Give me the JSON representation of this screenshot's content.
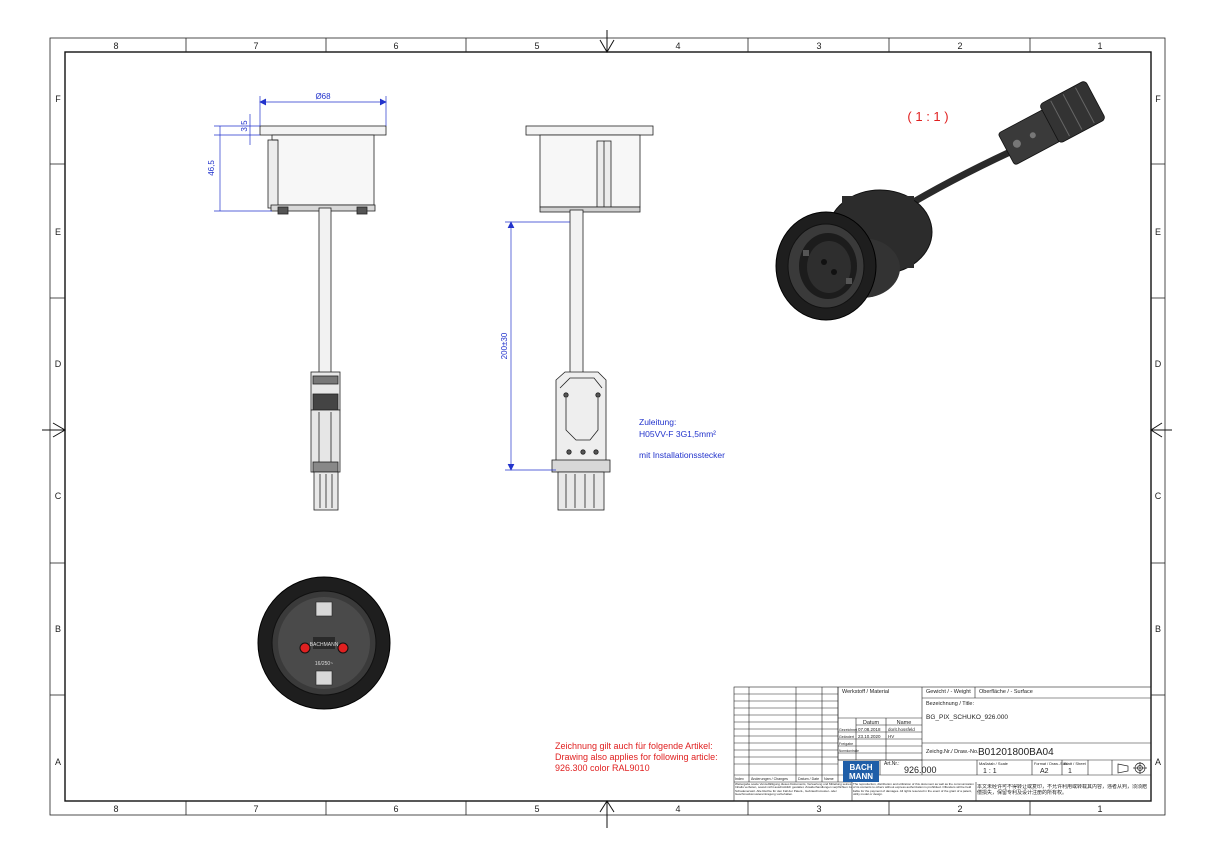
{
  "frame": {
    "col_labels": [
      "8",
      "7",
      "6",
      "5",
      "4",
      "3",
      "2",
      "1"
    ],
    "row_labels": [
      "F",
      "E",
      "D",
      "C",
      "B",
      "A"
    ]
  },
  "dimensions": {
    "diameter": "Ø68",
    "flange_thickness": "3,5",
    "body_height": "46,5",
    "cable_length": "200±30"
  },
  "notes": {
    "scale_view": "( 1 : 1 )",
    "cable_line1": "Zuleitung:",
    "cable_line2": "H05VV-F 3G1,5mm²",
    "cable_line3": "mit Installationsstecker",
    "article_line1": "Zeichnung gilt auch für folgende Artikel:",
    "article_line2": "Drawing also applies for following article:",
    "article_line3": "926.300 color RAL9010"
  },
  "socket_face": {
    "brand": "BACHMANN",
    "rating": "16/250~"
  },
  "title_block": {
    "material_label": "Werkstoff / Material",
    "weight_label": "Gewicht / -\nWeight",
    "weight_value": "-",
    "surface_label": "Oberfläche / -\nSurface",
    "title_label": "Bezeichnung / Title:",
    "title_value": "BG_PIX_SCHUKO_926.000",
    "date_header": "Datum",
    "name_header": "Name",
    "row_drawn": "Gezeichnet",
    "row_drawn_date": "07.08.2018",
    "row_drawn_name": "dorit.hossfeld",
    "row_checked": "Geändert",
    "row_checked_date": "23.10.2020",
    "row_checked_name": "HV",
    "row_release": "Freigabe",
    "row_norm": "Normkontrolle",
    "drawing_no_label": "Zeichg.Nr./ Draw.-No.:",
    "drawing_no": "B01201800BA04",
    "article_label": "Art.Nr.:",
    "article_no": "926.000",
    "scale_label": "Maßstab / Scale",
    "scale_value": "1 : 1",
    "format_label": "Format / Draw.-Size",
    "format_value": "A2",
    "sheet_label": "Blatt / Sheet",
    "sheet_value": "1",
    "logo_line1": "BACH",
    "logo_line2": "MANN",
    "rev_header_1": "Index",
    "rev_header_2": "Änderungen / Changes",
    "rev_header_3": "Datum / Date",
    "rev_header_4": "Name",
    "legal_de": "Weitergabe sowie Vervielfältigung dieses Dokuments, Verwertung und Mitteilung seines Inhalts verboten, soweit nicht ausdrücklich gestattet. Zuwiderhandlungen verpflichten zu Schadenersatz. Alle Rechte für den Fall der Patent-, Gebrauchsmuster- oder Geschmacksmustereintragung vorbehalten.",
    "legal_en": "The reproduction, distribution and utilization of this document as well as the communication of its contents to others without express authorization is prohibited. Offenders will be held liable for the payment of damages. All rights reserved in the event of the grant of a patent, utility model or design.",
    "legal_cn": "本文未经许可不得转让或复印，不允许利用或转载其内容，违者从判，须须赔偿损失，保留专利及设计注册的所有权。"
  }
}
